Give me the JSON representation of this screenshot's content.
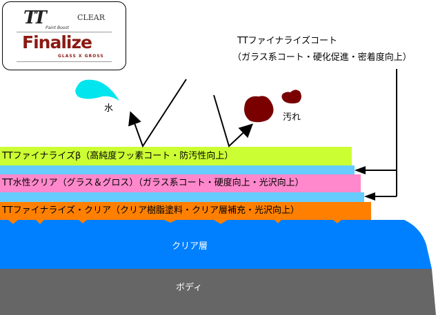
{
  "logo": {
    "brand": "TT",
    "clear": "CLEAR",
    "tagline": "Paint Boost",
    "product": "Finalize",
    "subtitle": "GLASS X GROSS"
  },
  "top_coat": {
    "line1": "TTファイナライズコート",
    "line2": "（ガラス系コート・硬化促進・密着度向上）"
  },
  "labels": {
    "water": "水",
    "dirt": "汚れ"
  },
  "layers": [
    {
      "label": "TTファイナライズβ（高純度フッ素コート・防汚性向上）",
      "color": "#ccff33"
    },
    {
      "label": "",
      "color": "#66ccff"
    },
    {
      "label": "TT水性クリア（グラス＆グロス）（ガラス系コート・硬度向上・光沢向上）",
      "color": "#ff88cc"
    },
    {
      "label": "",
      "color": "#66ccff"
    },
    {
      "label": "TTファイナライズ・クリア（クリア樹脂塗料・クリア層補充・光沢向上）",
      "color": "#ff8000"
    }
  ],
  "clear_layer": {
    "label": "クリア層",
    "color": "#0080ff"
  },
  "body_layer": {
    "label": "ボディ",
    "color": "#666666"
  },
  "colors": {
    "water": "#00e5ee",
    "dirt": "#7a0000"
  }
}
